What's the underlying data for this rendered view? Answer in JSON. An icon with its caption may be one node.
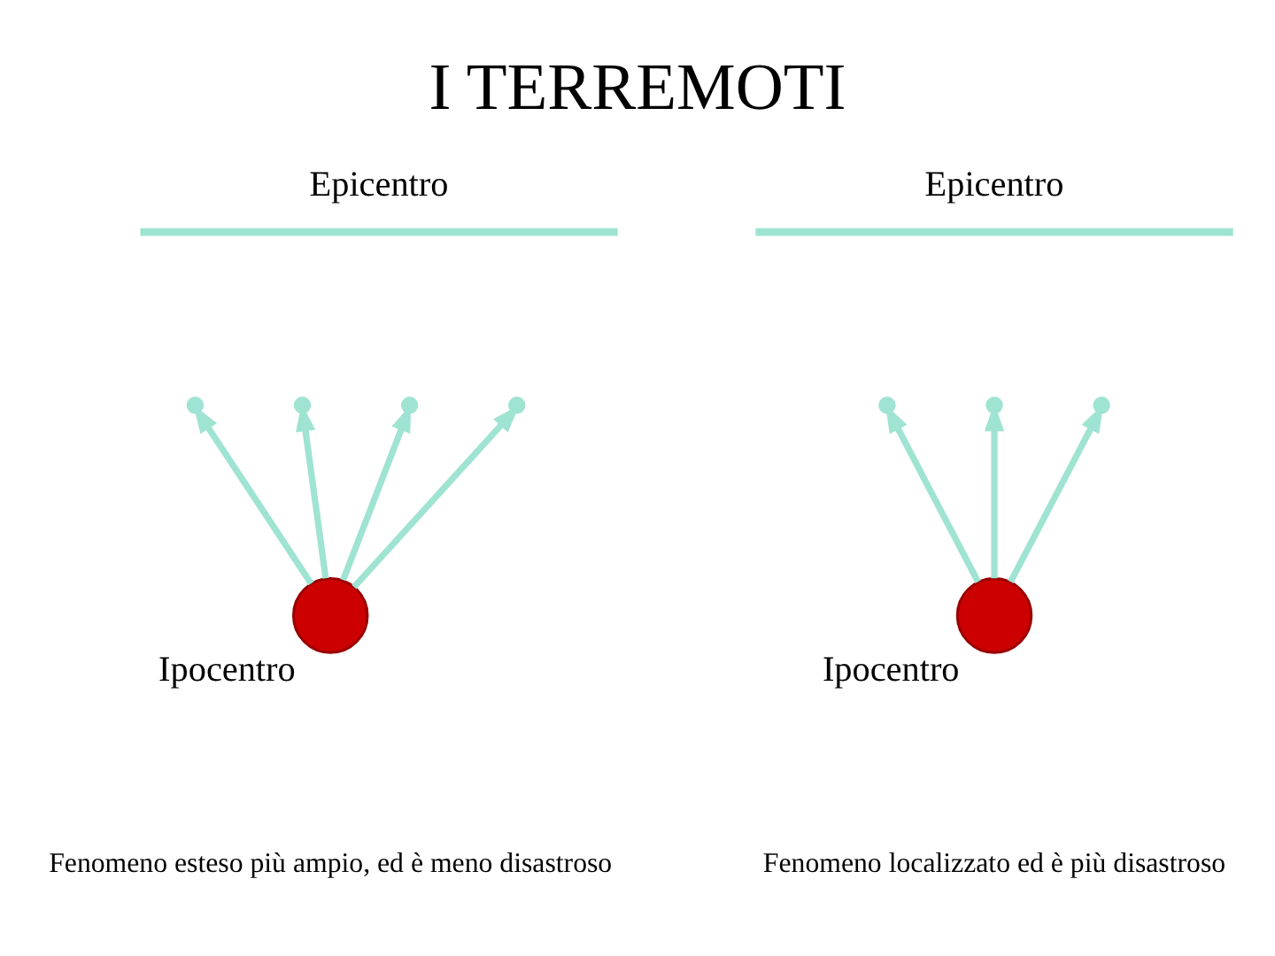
{
  "diagram": {
    "title": "I TERREMOTI",
    "nodes": [
      {
        "text": [
          "Epicentro"
        ]
      },
      {
        "text": [
          "Ipocentro"
        ]
      },
      {
        "text": [
          "Epicentro"
        ]
      },
      {
        "text": [
          "Ipocentro"
        ]
      }
    ],
    "edges": [
      {
        "from": 1,
        "to": null,
        "arrow": "to"
      },
      {
        "from": 1,
        "to": null,
        "arrow": "to"
      },
      {
        "from": 1,
        "to": null,
        "arrow": "to"
      },
      {
        "from": 1,
        "to": null,
        "arrow": "to"
      },
      {
        "from": 3,
        "to": null,
        "arrow": "to"
      },
      {
        "from": 3,
        "to": null,
        "arrow": "to"
      },
      {
        "from": 3,
        "to": null,
        "arrow": "to"
      }
    ],
    "labels": [
      "Fenomeno esteso più ampio, ed è meno disastroso",
      "Fenomeno localizzato ed è più disastroso"
    ]
  }
}
